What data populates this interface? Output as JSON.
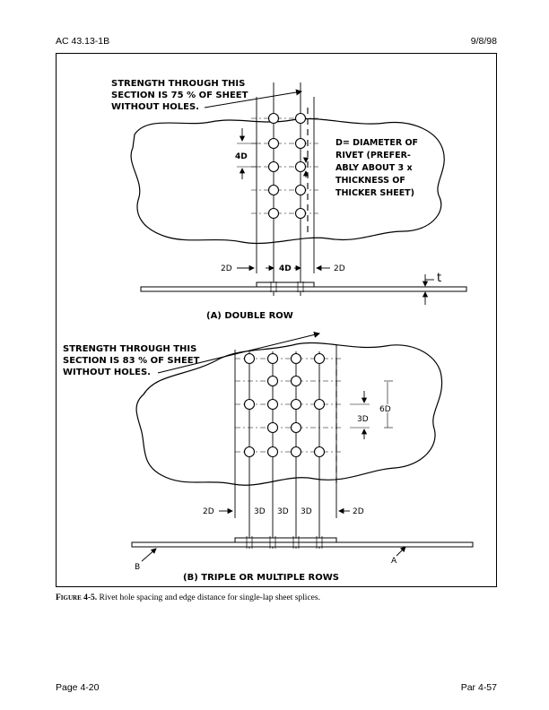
{
  "header": {
    "left": "AC 43.13-1B",
    "right": "9/8/98"
  },
  "footer": {
    "left": "Page 4-20",
    "right": "Par 4-57"
  },
  "figure": {
    "panel_a": {
      "note": [
        "STRENGTH THROUGH THIS",
        "SECTION IS 75 % OF SHEET",
        "WITHOUT HOLES."
      ],
      "definition": [
        "D= DIAMETER OF",
        "RIVET (PREFER-",
        "ABLY ABOUT 3 x",
        "THICKNESS OF",
        "THICKER SHEET)"
      ],
      "pitch_label": "4D",
      "edge_left": "2D",
      "gap_label": "4D",
      "edge_right": "2D",
      "thickness_label": "t",
      "title": "(A) DOUBLE ROW"
    },
    "panel_b": {
      "note": [
        "STRENGTH THROUGH THIS",
        "SECTION IS 83 % OF SHEET",
        "WITHOUT HOLES."
      ],
      "pitch_outer": "6D",
      "pitch_inner": "3D",
      "edge_left": "2D",
      "gaps": [
        "3D",
        "3D",
        "3D"
      ],
      "edge_right": "2D",
      "label_a": "A",
      "label_b": "B",
      "title": "(B) TRIPLE OR MULTIPLE ROWS"
    }
  },
  "caption": {
    "label": "Figure 4-5.",
    "text": " Rivet hole spacing and edge distance for single-lap sheet splices."
  }
}
